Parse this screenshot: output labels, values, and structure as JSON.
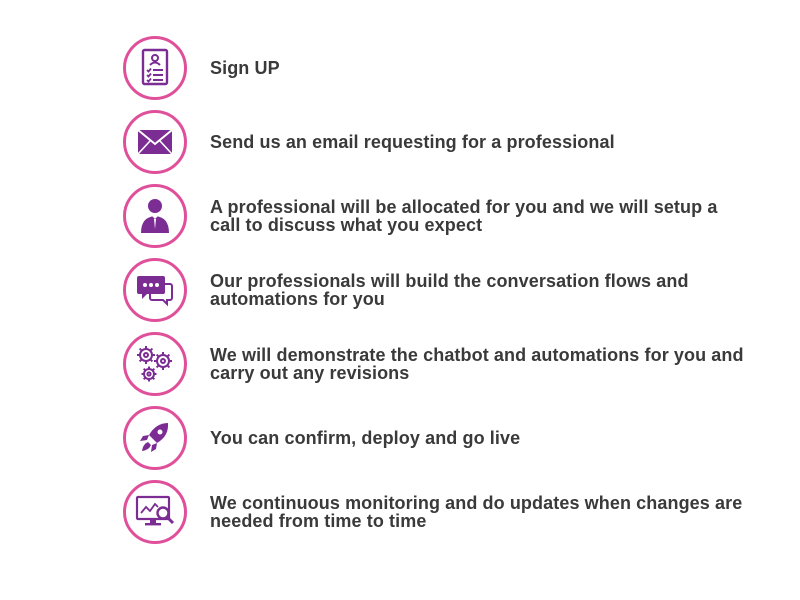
{
  "colors": {
    "ring": "#e0509a",
    "icon": "#7b2d93",
    "text": "#3a3a3a"
  },
  "steps": [
    {
      "icon": "signup-form-icon",
      "text": "Sign UP"
    },
    {
      "icon": "envelope-icon",
      "text": "Send us an email requesting for a professional"
    },
    {
      "icon": "professional-person-icon",
      "text": "A professional will be allocated for you and we will setup a call to discuss what you expect"
    },
    {
      "icon": "chat-bubbles-icon",
      "text": "Our professionals will build the conversation flows and automations for you"
    },
    {
      "icon": "gears-icon",
      "text": "We will demonstrate the chatbot and automations for you and carry out any revisions"
    },
    {
      "icon": "rocket-icon",
      "text": "You can confirm, deploy and go live"
    },
    {
      "icon": "monitor-magnifier-icon",
      "text": "We continuous monitoring and do updates when changes are needed from time to time"
    }
  ]
}
